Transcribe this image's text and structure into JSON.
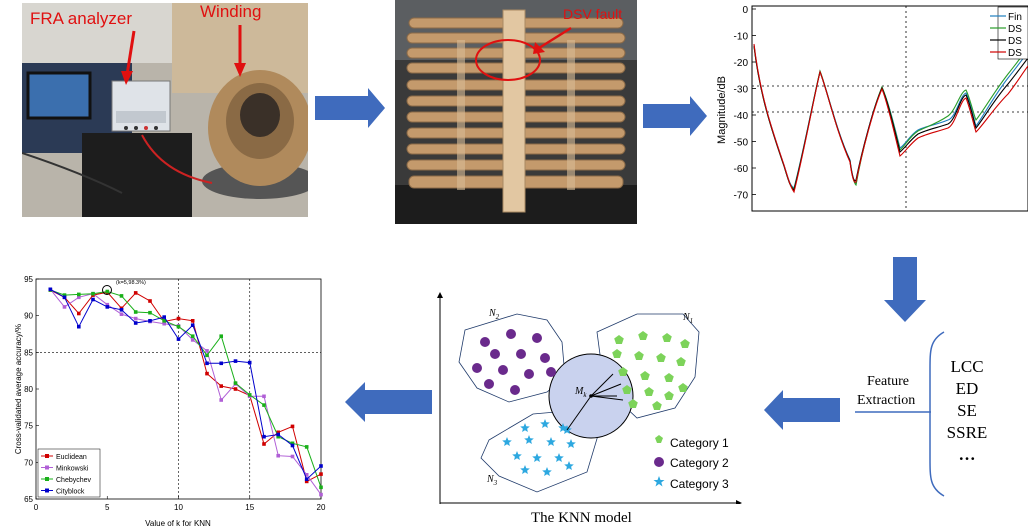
{
  "photo1": {
    "label_fra": "FRA analyzer",
    "label_winding": "Winding"
  },
  "photo2": {
    "label_fault": "DSV fault"
  },
  "fra_plot": {
    "ylabel": "Magnitude/dB",
    "yticks": [
      "0",
      "-10",
      "-20",
      "-30",
      "-40",
      "-50",
      "-60",
      "-70"
    ],
    "legend": [
      "Fin",
      "DS",
      "DS",
      "DS"
    ],
    "colors": [
      "#1f7fbf",
      "#2a9d2a",
      "#000000",
      "#d00000"
    ]
  },
  "features": {
    "title_line1": "Feature",
    "title_line2": "Extraction",
    "items": [
      "LCC",
      "ED",
      "SE",
      "SSRE",
      "…"
    ]
  },
  "knn": {
    "caption": "The KNN model",
    "n1": "N",
    "n1_sub": "1",
    "n2": "N",
    "n2_sub": "2",
    "n3": "N",
    "n3_sub": "3",
    "m": "M",
    "m_sub": "k",
    "legend": [
      "Category 1",
      "Category 2",
      "Category 3"
    ],
    "colors": {
      "cat1": "#7dd35a",
      "cat2": "#6a2a8c",
      "cat3": "#2da8e0",
      "circle": "#c9d2ee"
    }
  },
  "accuracy_chart": {
    "ylabel": "Cross-validated average accuracy/%",
    "xlabel": "Value of k for KNN",
    "annotation": "(k=5,98.3%)",
    "xticks": [
      "0",
      "5",
      "10",
      "15",
      "20"
    ],
    "yticks": [
      "95",
      "90",
      "85",
      "80",
      "75",
      "70",
      "65"
    ]
  },
  "chart_data": {
    "type": "line",
    "x": [
      1,
      2,
      3,
      4,
      5,
      6,
      7,
      8,
      9,
      10,
      11,
      12,
      13,
      14,
      15,
      16,
      17,
      18,
      19,
      20
    ],
    "xlim": [
      0,
      20
    ],
    "ylim": [
      65,
      95
    ],
    "series": [
      {
        "name": "Euclidean",
        "color": "#d00000",
        "marker": "square",
        "values": [
          93.5,
          92.5,
          90.3,
          92.8,
          93.2,
          91.0,
          93.1,
          92.0,
          89.2,
          89.6,
          89.3,
          82.1,
          80.4,
          80.0,
          79.1,
          72.5,
          74.1,
          74.9,
          67.4,
          68.4
        ]
      },
      {
        "name": "Minkowski",
        "color": "#b05fd6",
        "marker": "square",
        "values": [
          93.6,
          91.2,
          92.5,
          93.0,
          91.5,
          90.2,
          89.6,
          89.2,
          88.9,
          88.6,
          86.7,
          85.2,
          78.5,
          80.7,
          79.0,
          79.0,
          70.9,
          70.8,
          68.3,
          65.6
        ]
      },
      {
        "name": "Chebychev",
        "color": "#19b019",
        "marker": "square",
        "values": [
          93.5,
          92.8,
          92.9,
          93.0,
          93.3,
          92.7,
          90.5,
          90.4,
          89.3,
          88.5,
          87.2,
          84.6,
          87.2,
          80.8,
          79.2,
          77.8,
          73.5,
          72.6,
          72.1,
          66.6
        ]
      },
      {
        "name": "Cityblock",
        "color": "#0000cc",
        "marker": "square",
        "values": [
          93.6,
          92.5,
          88.5,
          92.2,
          91.2,
          90.8,
          89.0,
          89.3,
          89.8,
          86.8,
          88.7,
          83.5,
          83.5,
          83.8,
          83.6,
          73.5,
          73.8,
          72.3,
          67.7,
          69.5
        ]
      }
    ],
    "annotations": [
      "(k=5,98.3%)"
    ],
    "xlabel": "Value of k for KNN",
    "ylabel": "Cross-validated average accuracy/%",
    "grid": "dashed at x=10,15 and y=85",
    "legend_position": "bottom-left"
  }
}
